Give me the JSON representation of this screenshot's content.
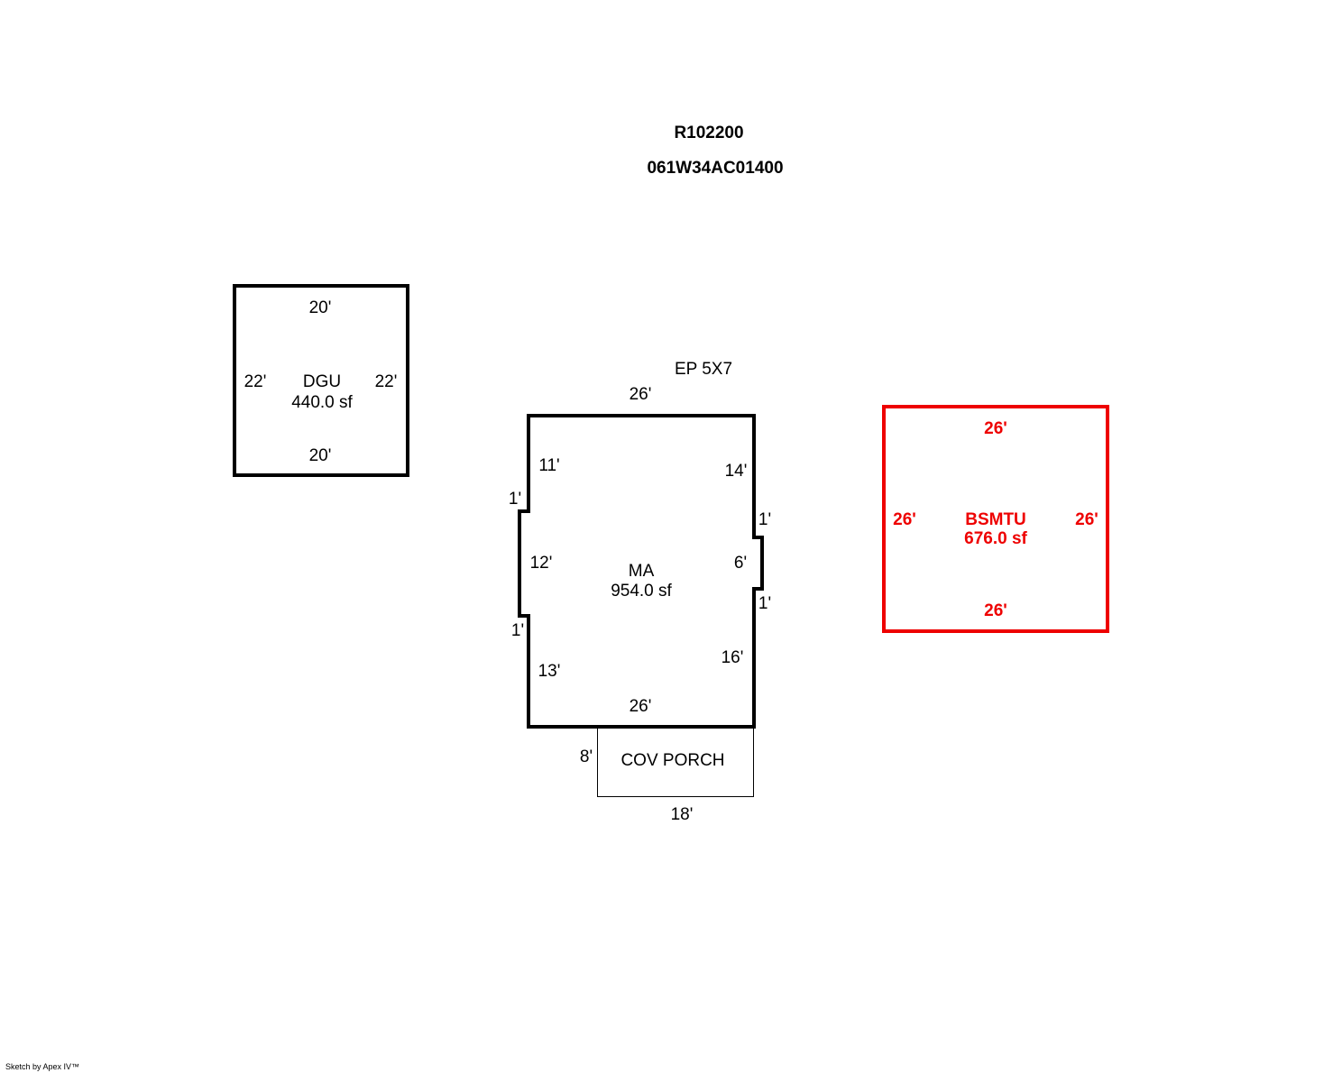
{
  "header": {
    "account_id": "R102200",
    "map_tax_lot": "061W34AC01400"
  },
  "areas": {
    "dgu": {
      "label": "DGU",
      "area": "440.0 sf",
      "dims": {
        "top": "20'",
        "bottom": "20'",
        "left": "22'",
        "right": "22'"
      }
    },
    "ma": {
      "label": "MA",
      "area": "954.0 sf",
      "note": "EP 5X7",
      "dims": {
        "top": "26'",
        "bottom": "26'",
        "left_upper": "11'",
        "left_jog_upper": "1'",
        "left_middle": "12'",
        "left_jog_lower": "1'",
        "left_lower": "13'",
        "right_upper": "14'",
        "right_jog_upper": "1'",
        "right_middle": "6'",
        "right_jog_lower": "1'",
        "right_lower": "16'"
      }
    },
    "porch": {
      "label": "COV PORCH",
      "dims": {
        "left": "8'",
        "bottom": "18'"
      }
    },
    "bsmtu": {
      "label": "BSMTU",
      "area": "676.0 sf",
      "color": "#ee0000",
      "dims": {
        "top": "26'",
        "bottom": "26'",
        "left": "26'",
        "right": "26'"
      }
    }
  },
  "footer": {
    "credit": "Sketch by Apex IV™"
  }
}
